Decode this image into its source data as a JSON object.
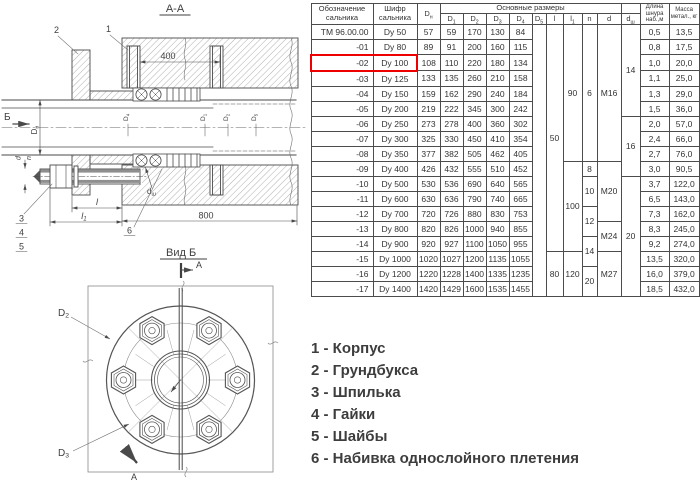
{
  "drawing": {
    "section_title": "А-А",
    "view_title": "Вид Б",
    "arrow_b": "Б",
    "arrow_a_top": "А",
    "arrow_a_bottom": "А",
    "dim_400": "400",
    "dim_800": "800",
    "dim_l": "l",
    "dim_l1": "l_1",
    "dim_dn": "D_н",
    "dim_d": "d",
    "dim_n": "n",
    "dim_dsh": "d_ш",
    "bore_label_1": "D_4",
    "bore_label_2": "D_1",
    "bore_label_3": "D_2",
    "bore_label_4": "D_5",
    "flange_d2": "D_2",
    "flange_d3": "D_3",
    "part_1": "1",
    "part_2": "2",
    "part_3": "3",
    "part_4": "4",
    "part_5": "5",
    "part_6": "6"
  },
  "table": {
    "headers": {
      "designation": "Обозначение сальника",
      "code": "Шифр сальника",
      "dn": "D_н",
      "main_dims": "Основные размеры",
      "cord": "Длина шнура наб.,м",
      "mass": "Масса метал., кг"
    },
    "sub_headers": [
      "D_1",
      "D_2",
      "D_3",
      "D_4",
      "D_5",
      "l",
      "l_1",
      "n",
      "d",
      "d_ш"
    ],
    "rows": [
      {
        "designation": "ТМ 96.00.00",
        "code": "Dy 50",
        "dn": "57",
        "d1": "59",
        "d2": "170",
        "d3": "130",
        "d4": "84",
        "cord": "0,5",
        "mass": "13,5"
      },
      {
        "designation": "-01",
        "code": "Dy 80",
        "dn": "89",
        "d1": "91",
        "d2": "200",
        "d3": "160",
        "d4": "115",
        "cord": "0,8",
        "mass": "17,5"
      },
      {
        "designation": "-02",
        "code": "Dy 100",
        "dn": "108",
        "d1": "110",
        "d2": "220",
        "d3": "180",
        "d4": "134",
        "cord": "1,0",
        "mass": "20,0"
      },
      {
        "designation": "-03",
        "code": "Dy 125",
        "dn": "133",
        "d1": "135",
        "d2": "260",
        "d3": "210",
        "d4": "158",
        "cord": "1,1",
        "mass": "25,0"
      },
      {
        "designation": "-04",
        "code": "Dy 150",
        "dn": "159",
        "d1": "162",
        "d2": "290",
        "d3": "240",
        "d4": "184",
        "cord": "1,3",
        "mass": "29,0"
      },
      {
        "designation": "-05",
        "code": "Dy 200",
        "dn": "219",
        "d1": "222",
        "d2": "345",
        "d3": "300",
        "d4": "242",
        "cord": "1,5",
        "mass": "36,0"
      },
      {
        "designation": "-06",
        "code": "Dy 250",
        "dn": "273",
        "d1": "278",
        "d2": "400",
        "d3": "360",
        "d4": "302",
        "cord": "2,0",
        "mass": "57,0"
      },
      {
        "designation": "-07",
        "code": "Dy 300",
        "dn": "325",
        "d1": "330",
        "d2": "450",
        "d3": "410",
        "d4": "354",
        "cord": "2,4",
        "mass": "66,0"
      },
      {
        "designation": "-08",
        "code": "Dy 350",
        "dn": "377",
        "d1": "382",
        "d2": "505",
        "d3": "462",
        "d4": "405",
        "cord": "2,7",
        "mass": "76,0"
      },
      {
        "designation": "-09",
        "code": "Dy 400",
        "dn": "426",
        "d1": "432",
        "d2": "555",
        "d3": "510",
        "d4": "452",
        "cord": "3,0",
        "mass": "90,5"
      },
      {
        "designation": "-10",
        "code": "Dy 500",
        "dn": "530",
        "d1": "536",
        "d2": "690",
        "d3": "640",
        "d4": "565",
        "cord": "3,7",
        "mass": "122,0"
      },
      {
        "designation": "-11",
        "code": "Dy 600",
        "dn": "630",
        "d1": "636",
        "d2": "790",
        "d3": "740",
        "d4": "665",
        "cord": "6,5",
        "mass": "143,0"
      },
      {
        "designation": "-12",
        "code": "Dy 700",
        "dn": "720",
        "d1": "726",
        "d2": "880",
        "d3": "830",
        "d4": "753",
        "cord": "7,3",
        "mass": "162,0"
      },
      {
        "designation": "-13",
        "code": "Dy 800",
        "dn": "820",
        "d1": "826",
        "d2": "1000",
        "d3": "940",
        "d4": "855",
        "cord": "8,3",
        "mass": "245,0"
      },
      {
        "designation": "-14",
        "code": "Dy 900",
        "dn": "920",
        "d1": "927",
        "d2": "1100",
        "d3": "1050",
        "d4": "955",
        "cord": "9,2",
        "mass": "274,0"
      },
      {
        "designation": "-15",
        "code": "Dy 1000",
        "dn": "1020",
        "d1": "1027",
        "d2": "1200",
        "d3": "1135",
        "d4": "1055",
        "cord": "13,5",
        "mass": "320,0"
      },
      {
        "designation": "-16",
        "code": "Dy 1200",
        "dn": "1220",
        "d1": "1228",
        "d2": "1400",
        "d3": "1335",
        "d4": "1235",
        "cord": "16,0",
        "mass": "379,0"
      },
      {
        "designation": "-17",
        "code": "Dy 1400",
        "dn": "1420",
        "d1": "1429",
        "d2": "1600",
        "d3": "1535",
        "d4": "1455",
        "cord": "18,5",
        "mass": "432,0"
      }
    ],
    "merged_columns": {
      "d5": [
        {
          "value": "",
          "start": 0,
          "span": 18
        }
      ],
      "l": [
        {
          "value": "50",
          "start": 0,
          "span": 15
        },
        {
          "value": "80",
          "start": 15,
          "span": 3
        }
      ],
      "l1": [
        {
          "value": "90",
          "start": 0,
          "span": 9
        },
        {
          "value": "100",
          "start": 9,
          "span": 6
        },
        {
          "value": "120",
          "start": 15,
          "span": 3
        }
      ],
      "n": [
        {
          "value": "6",
          "start": 0,
          "span": 9
        },
        {
          "value": "8",
          "start": 9,
          "span": 1
        },
        {
          "value": "10",
          "start": 10,
          "span": 2
        },
        {
          "value": "12",
          "start": 12,
          "span": 2
        },
        {
          "value": "14",
          "start": 14,
          "span": 2
        },
        {
          "value": "20",
          "start": 16,
          "span": 2
        }
      ],
      "d": [
        {
          "value": "M16",
          "start": 0,
          "span": 9
        },
        {
          "value": "M20",
          "start": 9,
          "span": 4
        },
        {
          "value": "M24",
          "start": 13,
          "span": 2
        },
        {
          "value": "M27",
          "start": 15,
          "span": 3
        }
      ],
      "dsh": [
        {
          "value": "14",
          "start": 0,
          "span": 6
        },
        {
          "value": "16",
          "start": 6,
          "span": 4
        },
        {
          "value": "20",
          "start": 10,
          "span": 8
        }
      ]
    },
    "highlight_row_index": 2,
    "highlight_color": "#ee0000"
  },
  "legend": {
    "items": [
      "1 - Корпус",
      "2 - Грундбукса",
      "3 - Шпилька",
      "4 - Гайки",
      "5 - Шайбы",
      "6 - Набивка однослойного плетения"
    ]
  }
}
